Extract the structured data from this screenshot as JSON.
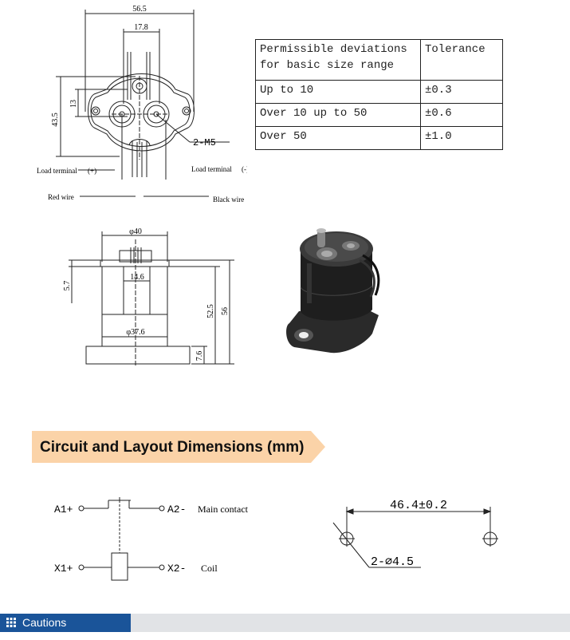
{
  "dimension_labels": {
    "top_width": "56.5",
    "top_spacing": "17.8",
    "top_height": "43.5",
    "top_offset": "13",
    "screw": "2-M5",
    "diameter_top": "φ40",
    "pin_width": "14.6",
    "offset_left": "5.7",
    "body_height": "52.5",
    "total_height": "56",
    "diameter_bottom": "φ37.6",
    "base_height": "7.6"
  },
  "terminal_labels": {
    "load_plus": "Load terminal",
    "load_plus_sign": "(+)",
    "load_minus": "Load terminal",
    "load_minus_sign": "(-)",
    "red_wire": "Red wire",
    "black_wire": "Black wire"
  },
  "tolerance_table": {
    "header": [
      "Permissible deviations for basic size range",
      "Tolerance"
    ],
    "rows": [
      [
        "Up to 10",
        "±0.3"
      ],
      [
        "Over 10 up to 50",
        "±0.6"
      ],
      [
        "Over 50",
        "±1.0"
      ]
    ]
  },
  "section_heading": "Circuit and Layout Dimensions (mm)",
  "circuit": {
    "a1": "A1+",
    "a2": "A2-",
    "main_contact": "Main contact",
    "x1": "X1+",
    "x2": "X2-",
    "coil": "Coil"
  },
  "layout": {
    "spacing": "46.4±0.2",
    "holes": "2-⌀4.5"
  },
  "footer": {
    "cautions_label": "Cautions"
  },
  "colors": {
    "banner": "#fbd3a8",
    "footer_tab": "#1a5499",
    "footer_bar": "#e1e3e6"
  }
}
